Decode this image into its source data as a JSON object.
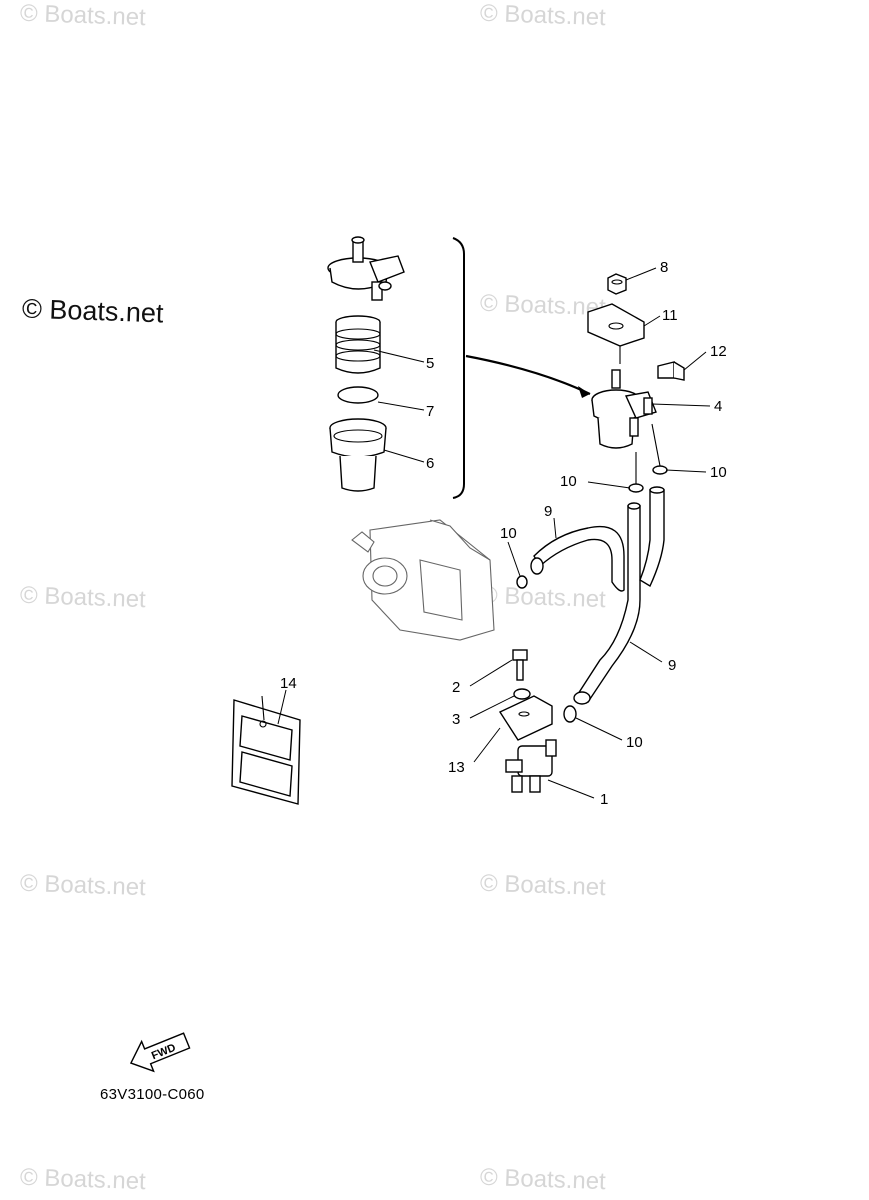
{
  "watermarks": {
    "text": "© Boats.net",
    "featured_text": "© Boats.net"
  },
  "drawing_code": "63V3100-C060",
  "fwd_arrow_label": "FWD",
  "part_callouts": {
    "c1": "1",
    "c2": "2",
    "c3": "3",
    "c4": "4",
    "c5": "5",
    "c6": "6",
    "c7": "7",
    "c8": "8",
    "c9a": "9",
    "c9b": "9",
    "c10a": "10",
    "c10b": "10",
    "c10c": "10",
    "c10d": "10",
    "c11": "11",
    "c12": "12",
    "c13": "13",
    "c14": "14"
  },
  "colors": {
    "line": "#000000",
    "watermark": "#d6d6d6",
    "ghost_part": "#666666"
  }
}
